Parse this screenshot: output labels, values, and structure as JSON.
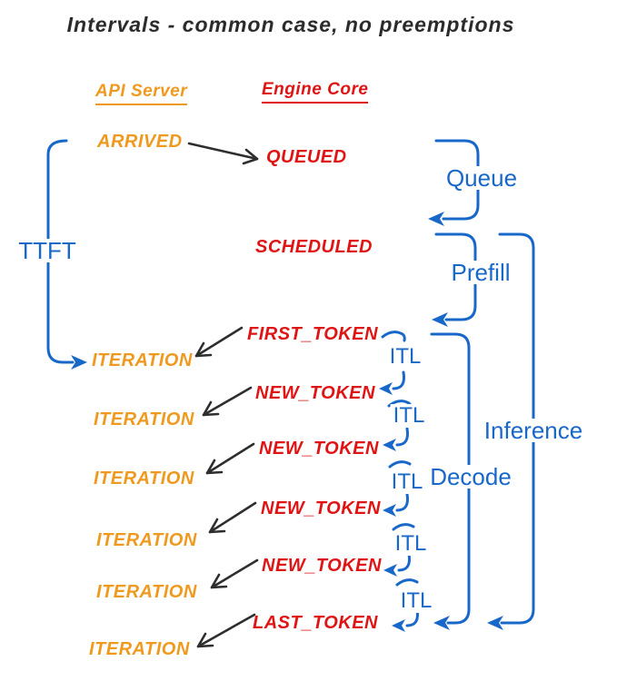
{
  "title": "Intervals - common case, no preemptions",
  "columns": {
    "api_server": "API Server",
    "engine_core": "Engine Core"
  },
  "events": {
    "arrived": "ARRIVED",
    "queued": "QUEUED",
    "scheduled": "SCHEDULED",
    "first_token": "FIRST_TOKEN",
    "new_token": "NEW_TOKEN",
    "last_token": "LAST_TOKEN",
    "iteration": "ITERATION"
  },
  "intervals": {
    "ttft": "TTFT",
    "queue": "Queue",
    "prefill": "Prefill",
    "itl": "ITL",
    "decode": "Decode",
    "inference": "Inference"
  },
  "colors": {
    "api_server_orange": "#ef9a1f",
    "engine_core_red": "#e01414",
    "interval_blue": "#1868c9",
    "ink_black": "#2e2e2e",
    "background": "#ffffff"
  }
}
